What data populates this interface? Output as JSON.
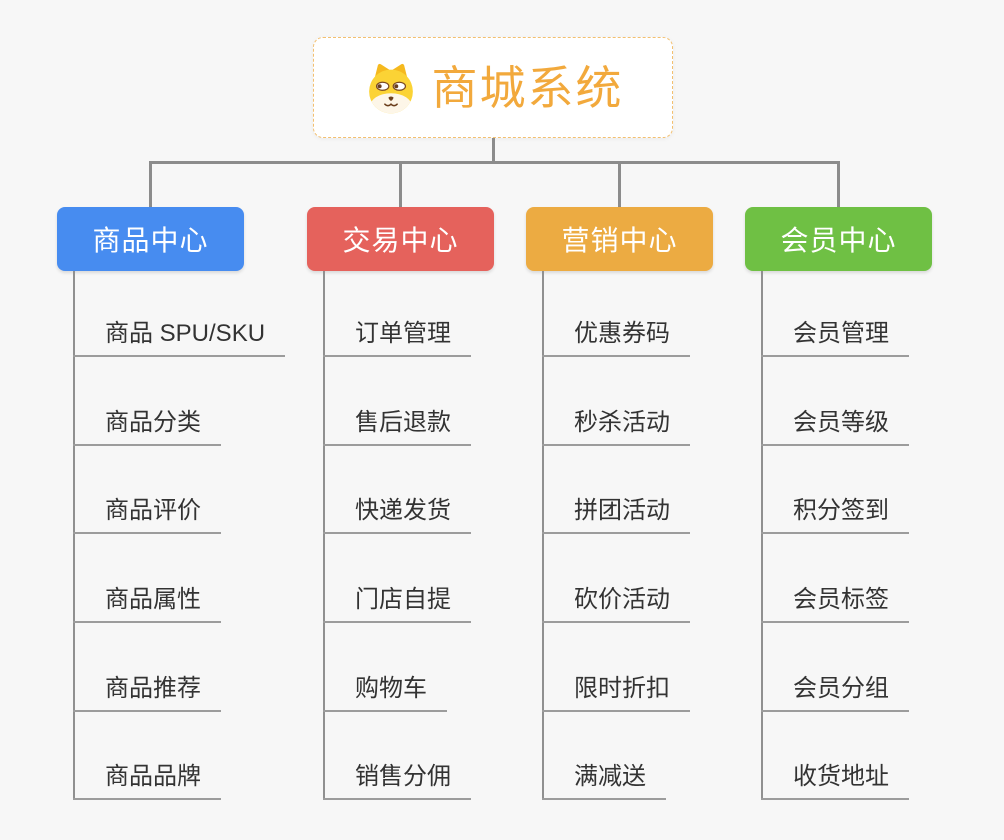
{
  "root": {
    "title": "商城系统",
    "icon": "dog-face-icon"
  },
  "branches": [
    {
      "label": "商品中心",
      "color": "#478cf0",
      "children": [
        "商品 SPU/SKU",
        "商品分类",
        "商品评价",
        "商品属性",
        "商品推荐",
        "商品品牌"
      ]
    },
    {
      "label": "交易中心",
      "color": "#e5625c",
      "children": [
        "订单管理",
        "售后退款",
        "快递发货",
        "门店自提",
        "购物车",
        "销售分佣"
      ]
    },
    {
      "label": "营销中心",
      "color": "#ecab42",
      "children": [
        "优惠券码",
        "秒杀活动",
        "拼团活动",
        "砍价活动",
        "限时折扣",
        "满减送"
      ]
    },
    {
      "label": "会员中心",
      "color": "#6fc044",
      "children": [
        "会员管理",
        "会员等级",
        "积分签到",
        "会员标签",
        "会员分组",
        "收货地址"
      ]
    }
  ],
  "colors": {
    "root_text": "#f2a93c",
    "root_border": "#f3c070",
    "connector": "#8c8c8c",
    "underline": "#9c9c9c",
    "child_text": "#333333",
    "background": "#f7f7f7"
  }
}
